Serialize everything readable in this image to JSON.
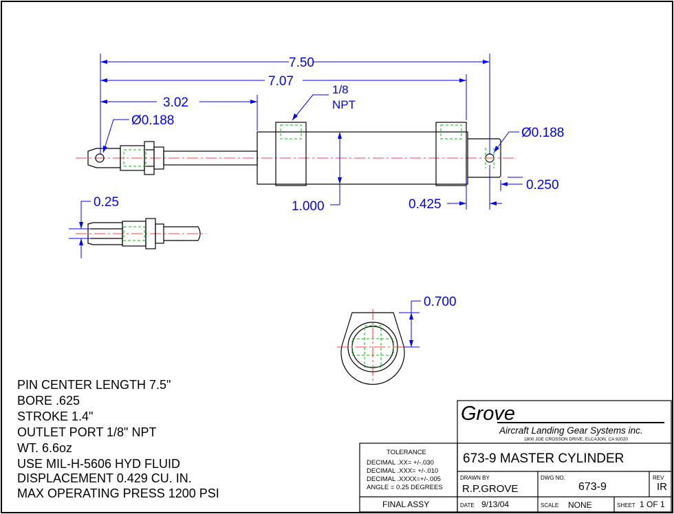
{
  "dimensions": {
    "overall_length": "7.50",
    "pin_length": "7.07",
    "rod_length": "3.02",
    "port_callout": [
      "1/8",
      "NPT"
    ],
    "left_hole_dia": "Ø0.188",
    "right_hole_dia": "Ø0.188",
    "tab_thickness": "0.250",
    "body_height": "1.000",
    "tab_length": "0.425",
    "clevis_slot": "0.25",
    "end_view_height": "0.700"
  },
  "notes": [
    "PIN CENTER LENGTH 7.5\"",
    "BORE .625",
    "STROKE 1.4\"",
    "OUTLET PORT 1/8\" NPT",
    "WT. 6.6oz",
    "USE MIL-H-5606 HYD FLUID",
    "DISPLACEMENT 0.429 CU. IN.",
    "MAX OPERATING PRESS 1200 PSI"
  ],
  "title_block": {
    "company_logo": "Grove",
    "company_name": "Aircraft Landing Gear Systems inc.",
    "address": "1800 JOE CROSSON DRIVE, ELCAJON, CA 92020",
    "title": "673-9 MASTER CYLINDER",
    "tolerance_heading": "TOLERANCE",
    "tolerances": [
      "DECIMAL  .XX=  +/-.030",
      "DECIMAL  .XXX= +/-.010",
      "DECIMAL  .XXXX=+/-.005",
      "ANGLE = 0.25 DEGREES"
    ],
    "drawn_by_label": "DRAWN BY",
    "drawn_by": "R.P.GROVE",
    "dwg_no_label": "DWG NO.",
    "dwg_no": "673-9",
    "rev_label": "REV",
    "rev": "IR",
    "final_assy": "FINAL ASSY",
    "date_label": "DATE",
    "date": "9/13/04",
    "scale_label": "SCALE",
    "scale": "NONE",
    "sheet_label": "SHEET",
    "sheet": "1 OF 1"
  },
  "colors": {
    "dimension": "#0000ff",
    "hidden_line": "#00c000",
    "center_line": "#ff0000",
    "outline": "#000000"
  }
}
